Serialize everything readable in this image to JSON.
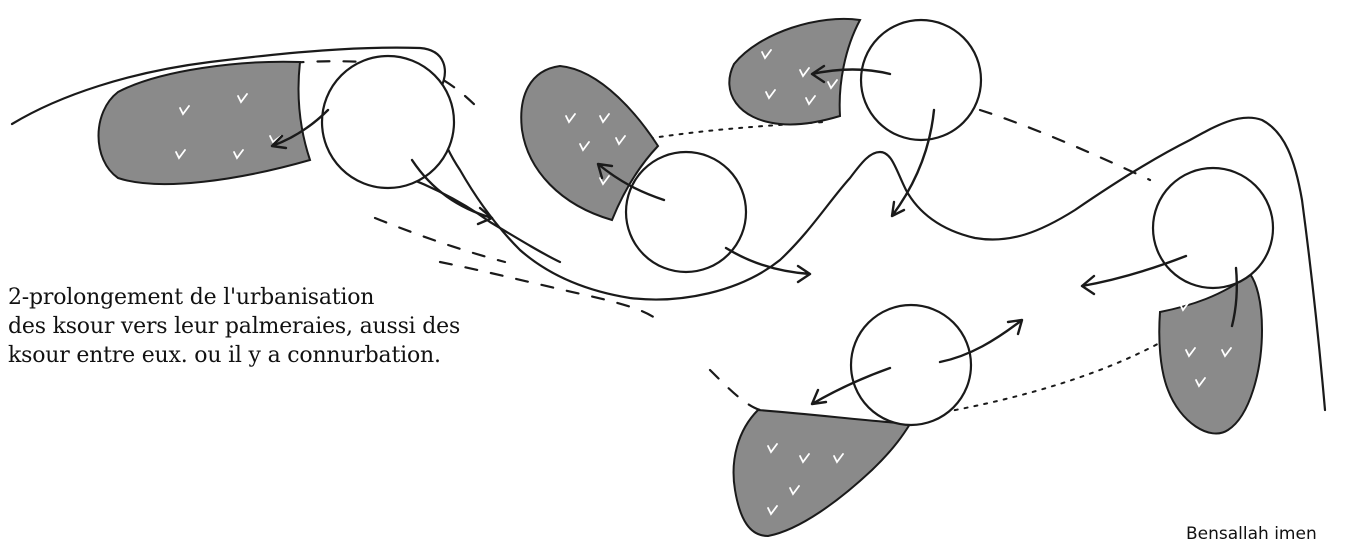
{
  "caption": {
    "line1": "2-prolongement de l'urbanisation",
    "line2": "des ksour vers leur palmeraies, aussi des",
    "line3": "ksour entre eux. ou il y a connurbation."
  },
  "credit": "Bensallah imen",
  "colors": {
    "palmeraie_fill": "#8a8a8a",
    "ksar_fill": "#ffffff",
    "ink": "#1a1a1a"
  }
}
